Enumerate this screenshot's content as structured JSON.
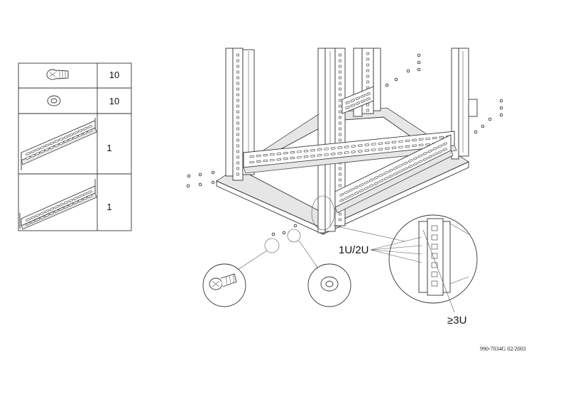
{
  "parts_list": {
    "rows": [
      {
        "part_icon": "screw-icon",
        "quantity": "10"
      },
      {
        "part_icon": "washer-icon",
        "quantity": "10"
      },
      {
        "part_icon": "rail-icon",
        "quantity": "1"
      },
      {
        "part_icon": "rail-icon",
        "quantity": "1"
      }
    ]
  },
  "callouts": {
    "rack_units_small": "1U/2U",
    "rack_units_large": "≥3U"
  },
  "footer": {
    "document_number": "990-7034G   02/2003"
  },
  "colors": {
    "line": "#333333",
    "shade": "#e6e6e6",
    "background": "#ffffff"
  }
}
